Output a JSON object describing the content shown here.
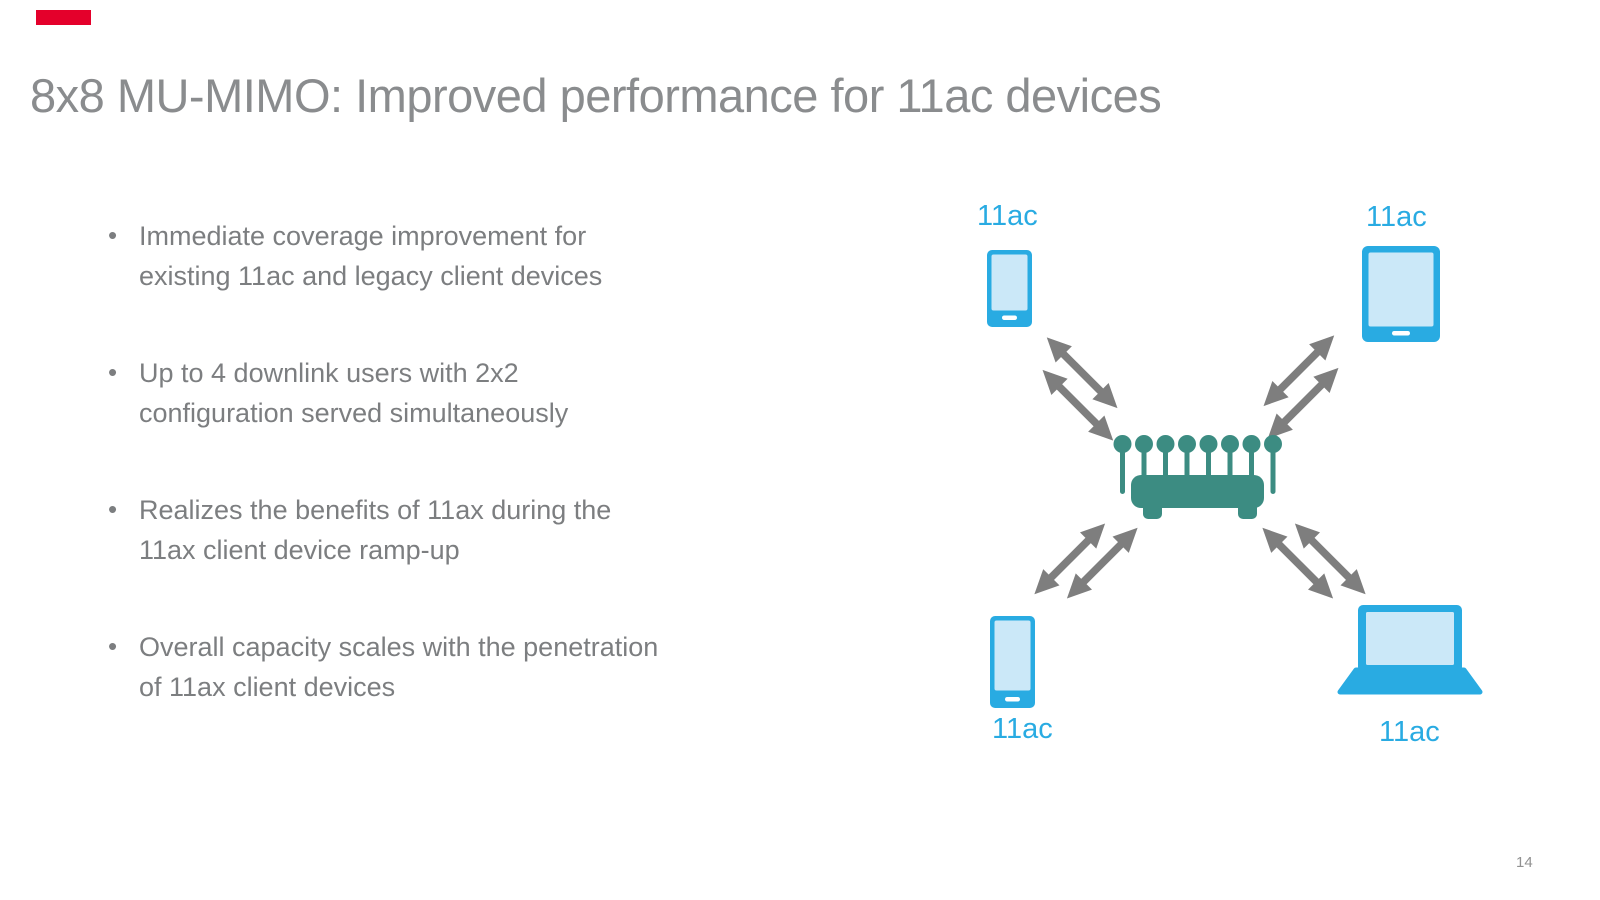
{
  "slide": {
    "title": "8x8 MU-MIMO: Improved performance for 11ac devices",
    "page_number": "14",
    "bullet_glyph": "•",
    "bullets": [
      "Immediate coverage improvement for\nexisting 11ac and legacy client devices",
      "Up to 4 downlink users with 2x2\nconfiguration served simultaneously",
      "Realizes the benefits of 11ax during the\n11ax client device ramp-up",
      "Overall capacity scales with the penetration\nof 11ax client devices"
    ]
  },
  "diagram": {
    "access_point": {
      "icon": "router-8-antenna-icon",
      "antenna_count": 8
    },
    "devices": [
      {
        "position": "top-left",
        "type": "smartphone",
        "label": "11ac"
      },
      {
        "position": "top-right",
        "type": "tablet",
        "label": "11ac"
      },
      {
        "position": "bottom-left",
        "type": "smartphone",
        "label": "11ac"
      },
      {
        "position": "bottom-right",
        "type": "laptop",
        "label": "11ac"
      }
    ],
    "link_count": 4,
    "link_style": "double-bidirectional-arrows"
  },
  "colors": {
    "title_gray": "#8A8C8E",
    "body_gray": "#7C7E80",
    "device_blue": "#29ABE2",
    "device_screen_blue": "#CBE8F8",
    "router_teal": "#3C8C82",
    "arrow_gray": "#7E7E7E",
    "logo_red": "#E4002B",
    "page_number_gray": "#919191"
  }
}
